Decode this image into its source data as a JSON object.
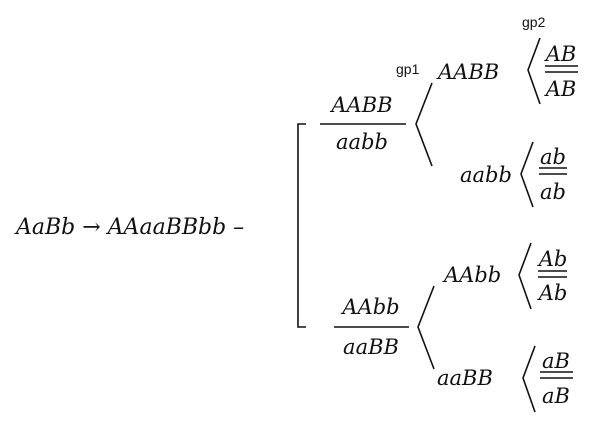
{
  "start_expression": "AaBb → AAaaBBbb –",
  "gamete_labels": [
    "gp1",
    "gp2"
  ],
  "branches": [
    {
      "parent": {
        "numerator": "AABB",
        "denominator": "aabb"
      },
      "children": [
        {
          "genotype": "AABB",
          "gamete": {
            "numerator": "AB",
            "denominator": "AB"
          }
        },
        {
          "genotype": "aabb",
          "gamete": {
            "numerator": "ab",
            "denominator": "ab"
          }
        }
      ]
    },
    {
      "parent": {
        "numerator": "AAbb",
        "denominator": "aaBB"
      },
      "children": [
        {
          "genotype": "AAbb",
          "gamete": {
            "numerator": "Ab",
            "denominator": "Ab"
          }
        },
        {
          "genotype": "aaBB",
          "gamete": {
            "numerator": "aB",
            "denominator": "aB"
          }
        }
      ]
    }
  ]
}
